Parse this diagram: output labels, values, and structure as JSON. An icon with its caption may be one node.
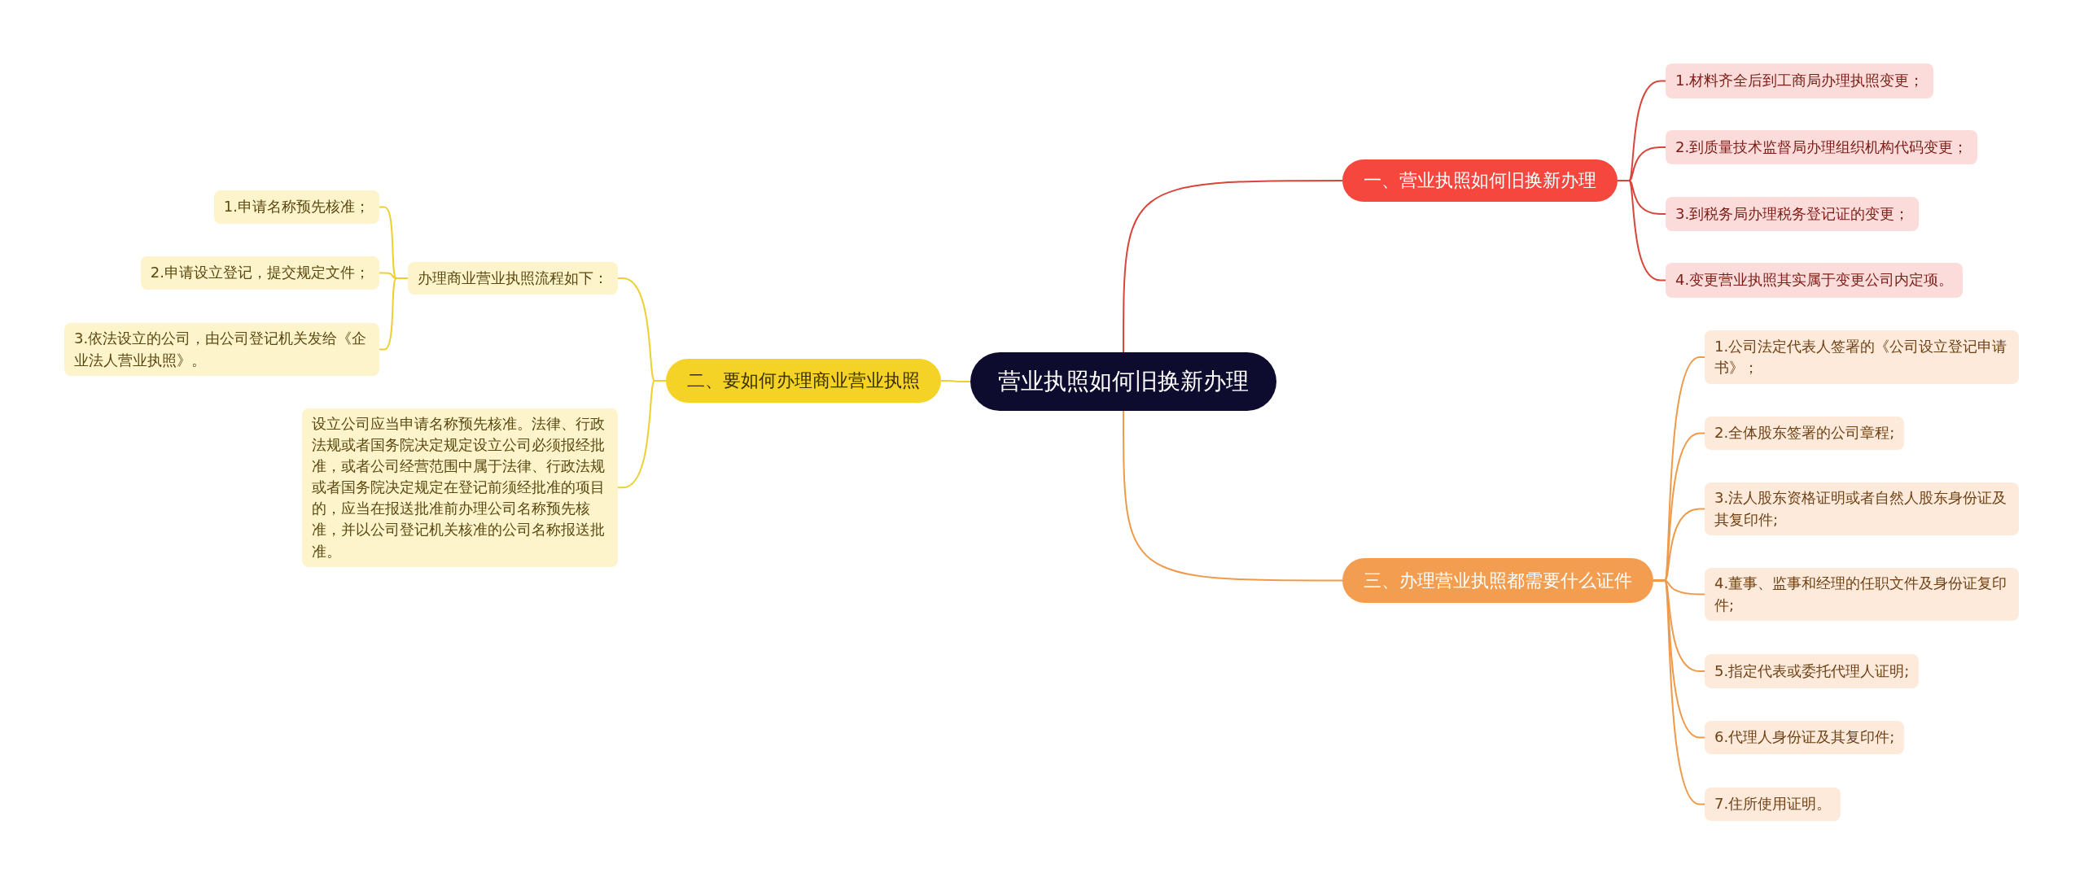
{
  "diagram": {
    "nodes": [
      {
        "text": [
          "营业执照如何旧换新办理"
        ]
      },
      {
        "text": [
          "一、营业执照如何旧换新办理"
        ]
      },
      {
        "text": [
          "1.材料齐全后到工商局办理执照变更；"
        ]
      },
      {
        "text": [
          "2.到质量技术监督局办理组织机构代码变更；"
        ]
      },
      {
        "text": [
          "3.到税务局办理税务登记证的变更；"
        ]
      },
      {
        "text": [
          "4.变更营业执照其实属于变更公司内定项。"
        ]
      },
      {
        "text": [
          "二、要如何办理商业营业执照"
        ]
      },
      {
        "text": [
          "办理商业营业执照流程如下："
        ]
      },
      {
        "text": [
          "1.申请名称预先核准；"
        ]
      },
      {
        "text": [
          "2.申请设立登记，提交规定文件；"
        ]
      },
      {
        "text": [
          "3.依法设立的公司，由公司登记机关发给《企业法人营业执照》。"
        ]
      },
      {
        "text": [
          "设立公司应当申请名称预先核准。法律、行政法规或者国务院决定规定设立公司必须报经批准，或者公司经营范围中属于法律、行政法规或者国务院决定规定在登记前须经批准的项目的，应当在报送批准前办理公司名称预先核准，并以公司登记机关核准的公司名称报送批准。"
        ]
      },
      {
        "text": [
          "三、办理营业执照都需要什么证件"
        ]
      },
      {
        "text": [
          "1.公司法定代表人签署的《公司设立登记申请书》；"
        ]
      },
      {
        "text": [
          "2.全体股东签署的公司章程;"
        ]
      },
      {
        "text": [
          "3.法人股东资格证明或者自然人股东身份证及其复印件;"
        ]
      },
      {
        "text": [
          "4.董事、监事和经理的任职文件及身份证复印件;"
        ]
      },
      {
        "text": [
          "5.指定代表或委托代理人证明;"
        ]
      },
      {
        "text": [
          "6.代理人身份证及其复印件;"
        ]
      },
      {
        "text": [
          "7.住所使用证明。"
        ]
      }
    ],
    "edges": [
      {
        "from": 0,
        "to": 1,
        "arrow": "none",
        "color": "#d8453b"
      },
      {
        "from": 1,
        "to": 2,
        "arrow": "none",
        "color": "#d8453b"
      },
      {
        "from": 1,
        "to": 3,
        "arrow": "none",
        "color": "#d8453b"
      },
      {
        "from": 1,
        "to": 4,
        "arrow": "none",
        "color": "#d8453b"
      },
      {
        "from": 1,
        "to": 5,
        "arrow": "none",
        "color": "#d8453b"
      },
      {
        "from": 0,
        "to": 6,
        "arrow": "none",
        "color": "#ecd032"
      },
      {
        "from": 6,
        "to": 7,
        "arrow": "none",
        "color": "#ecd032"
      },
      {
        "from": 7,
        "to": 8,
        "arrow": "none",
        "color": "#ecd032"
      },
      {
        "from": 7,
        "to": 9,
        "arrow": "none",
        "color": "#ecd032"
      },
      {
        "from": 7,
        "to": 10,
        "arrow": "none",
        "color": "#ecd032"
      },
      {
        "from": 6,
        "to": 11,
        "arrow": "none",
        "color": "#ecd032"
      },
      {
        "from": 0,
        "to": 12,
        "arrow": "none"
      },
      {
        "from": 12,
        "to": 13,
        "arrow": "none"
      },
      {
        "from": 12,
        "to": 14,
        "arrow": "none"
      },
      {
        "from": 12,
        "to": 15,
        "arrow": "none"
      },
      {
        "from": 12,
        "to": 16,
        "arrow": "none"
      },
      {
        "from": 12,
        "to": 17,
        "arrow": "none"
      },
      {
        "from": 12,
        "to": 18,
        "arrow": "none"
      },
      {
        "from": 12,
        "to": 19,
        "arrow": "none"
      }
    ]
  }
}
